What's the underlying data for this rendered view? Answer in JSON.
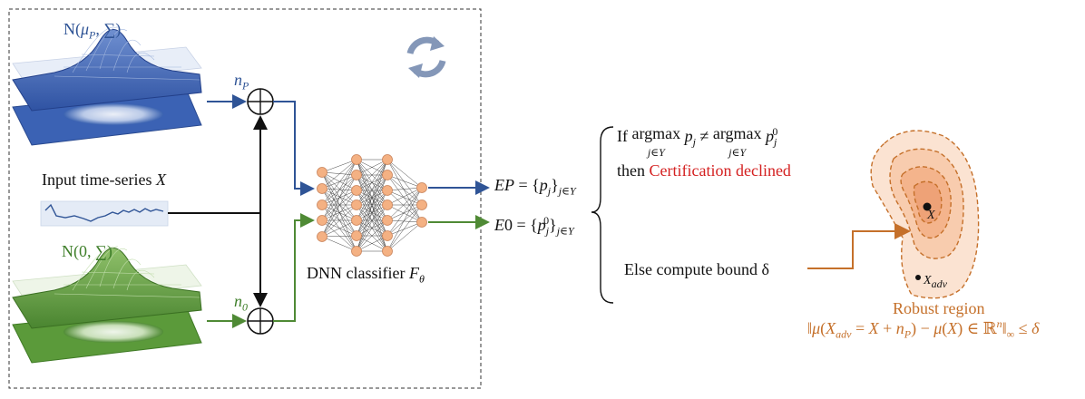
{
  "left_panel": {
    "top_distribution_label": "N(μ_P, ∑)",
    "bottom_distribution_label": "N(0, ∑)",
    "input_label": "Input time-series X",
    "noise_top": "n_P",
    "noise_bottom": "n_0",
    "classifier_label": "DNN classifier F_θ"
  },
  "outputs": {
    "ep": "EP = {p_j}_{j∈Y}",
    "e0": "E0 = {p_j^0}_{j∈Y}"
  },
  "decision": {
    "line1": "If argmax p_j ≠ argmax p_j^0",
    "argmax_sub": "j∈Y",
    "then_prefix": "then",
    "declined": "Certification declined",
    "else_text": "Else compute bound δ"
  },
  "robust": {
    "point_x": "X",
    "point_adv": "X_adv",
    "title": "Robust region",
    "formula": "‖μ(X_adv = X + n_P) − μ(X) ∈ ℝ^n‖_∞ ≤ δ"
  },
  "colors": {
    "blue": "#2f5496",
    "green": "#4f8a35",
    "orange": "#c5702a",
    "red": "#d42020",
    "node": "#f4b183"
  }
}
